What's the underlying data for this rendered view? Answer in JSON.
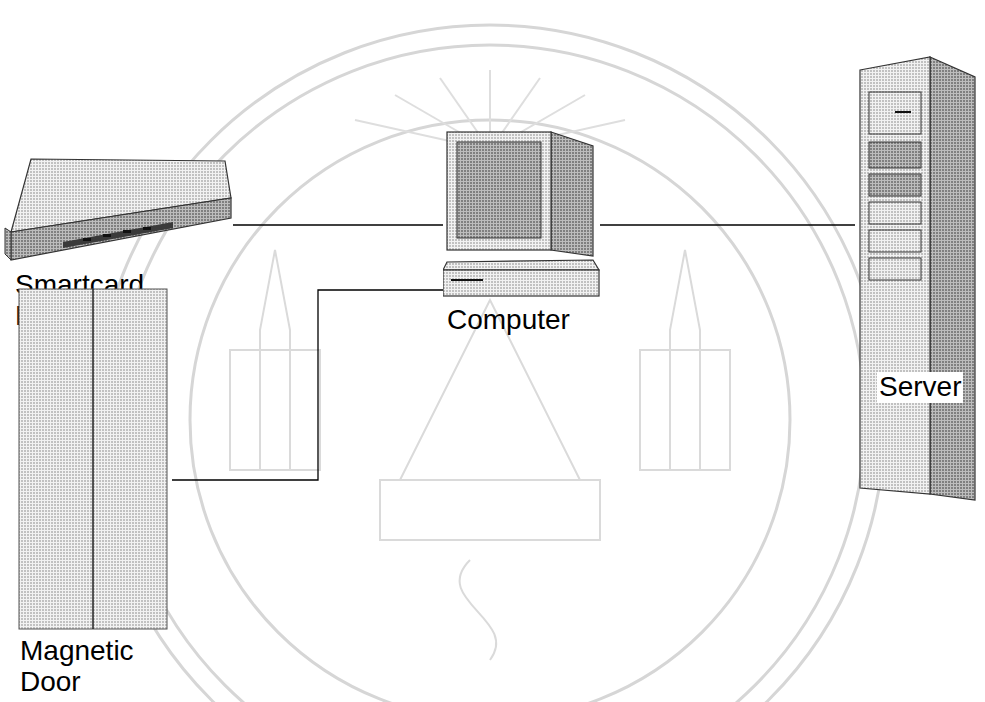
{
  "diagram": {
    "nodes": [
      {
        "text": [
          "Smartcard Reader"
        ]
      },
      {
        "text": [
          "Computer"
        ]
      },
      {
        "text": [
          "Server"
        ]
      },
      {
        "text": [
          "Magnetic Door"
        ]
      }
    ],
    "edges": [
      {
        "from": 0,
        "to": 1,
        "arrow": "none"
      },
      {
        "from": 1,
        "to": 2,
        "arrow": "none"
      },
      {
        "from": 3,
        "to": 1,
        "arrow": "none"
      }
    ]
  }
}
